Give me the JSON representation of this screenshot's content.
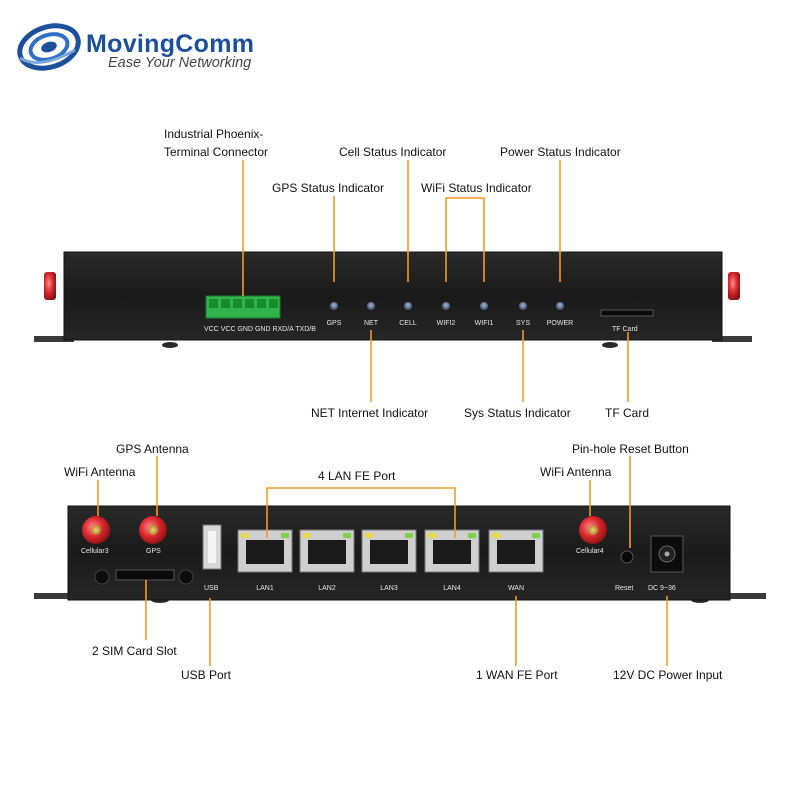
{
  "brand": {
    "name": "MovingComm",
    "tagline": "Ease Your Networking",
    "color": "#1c4f9c"
  },
  "colors": {
    "callout_line": "#f59a23",
    "device_body": "#1e1e1e",
    "terminal_green": "#2fb34a",
    "antenna_red": "#d9262b"
  },
  "top_panel": {
    "terminal_pins": "VCC VCC GND GND RXD/A TXD/B",
    "indicators": [
      "GPS",
      "NET",
      "CELL",
      "WIFI2",
      "WIFI1",
      "SYS",
      "POWER"
    ],
    "tf_slot": "TF Card"
  },
  "bottom_panel": {
    "antenna_labels": [
      "Cellular3",
      "GPS",
      "Cellular4"
    ],
    "usb": "USB",
    "ports": [
      "LAN1",
      "LAN2",
      "LAN3",
      "LAN4",
      "WAN"
    ],
    "reset": "Reset",
    "dc": "DC 9~36"
  },
  "callouts": {
    "phoenix_line1": "Industrial Phoenix-",
    "phoenix_line2": "Terminal Connector",
    "cell_status": "Cell Status Indicator",
    "power_status": "Power Status Indicator",
    "gps_status": "GPS Status Indicator",
    "wifi_status": "WiFi Status Indicator",
    "net_internet": "NET Internet Indicator",
    "sys_status": "Sys Status Indicator",
    "tf_card": "TF Card",
    "gps_antenna": "GPS Antenna",
    "wifi_antenna_left": "WiFi Antenna",
    "lan_ports": "4 LAN FE Port",
    "reset_button": "Pin-hole Reset Button",
    "wifi_antenna_right": "WiFi Antenna",
    "sim_slot": "2 SIM Card Slot",
    "usb_port": "USB Port",
    "wan_port": "1 WAN FE Port",
    "dc_input": "12V DC Power Input"
  }
}
